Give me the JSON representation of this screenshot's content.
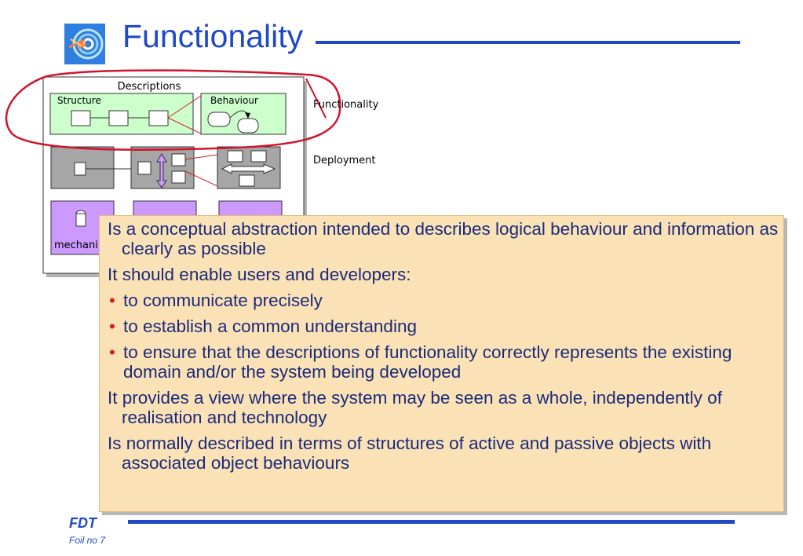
{
  "slide": {
    "title": "Functionality",
    "footer_brand": "FDT",
    "footer_page": "Foil no 7"
  },
  "diagram": {
    "descriptions_label": "Descriptions",
    "structure_label": "Structure",
    "behaviour_label": "Behaviour",
    "partial_label": "mechani",
    "side_labels": {
      "functionality": "Functionality",
      "deployment": "Deployment"
    }
  },
  "popup": {
    "items": [
      {
        "kind": "para",
        "text": "Is a conceptual abstraction intended to describes logical behaviour and information as clearly as possible"
      },
      {
        "kind": "para",
        "text": "It should enable users and developers:"
      },
      {
        "kind": "bullet",
        "text": "to communicate precisely"
      },
      {
        "kind": "bullet",
        "text": "to establish a common understanding"
      },
      {
        "kind": "bullet",
        "text": "to ensure that the descriptions of functionality correctly represents the existing domain and/or the system being developed"
      },
      {
        "kind": "para",
        "text": "It provides a view where the system may be seen as a whole, independently of realisation and technology"
      },
      {
        "kind": "para",
        "text": "Is normally described in terms of structures of active and passive objects with associated object behaviours"
      }
    ]
  },
  "colors": {
    "title_blue": "#1f49c6",
    "popup_bg": "#fbe2b6",
    "popup_text": "#1a2a7a",
    "bullet_red": "#d02020",
    "structure_green": "#ccffcc",
    "deploy_gray": "#a6a6a6",
    "mechanism_purple": "#cc99ff",
    "highlight_red": "#d0142c"
  },
  "icons": {
    "logo": "target-swirl-logo-icon",
    "bullet": "bullet-dot-icon"
  }
}
